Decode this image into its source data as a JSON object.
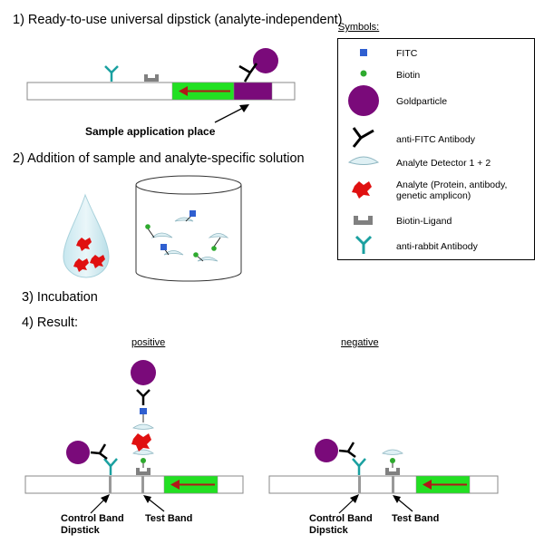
{
  "steps": {
    "step1": "1) Ready-to-use universal dipstick (analyte-independent)",
    "step2": "2) Addition of sample and analyte-specific solution",
    "step3": "3) Incubation",
    "step4": "4) Result:"
  },
  "labels": {
    "sample_application": "Sample application place",
    "positive": "positive",
    "negative": "negative",
    "control_band_pos": "Control Band\nDipstick",
    "test_band_pos": "Test Band",
    "control_band_neg": "Control Band\nDipstick",
    "test_band_neg": "Test Band"
  },
  "legend": {
    "title": "Symbols:",
    "items": [
      {
        "icon": "fitc-square-icon",
        "label": "FITC"
      },
      {
        "icon": "biotin-dot-icon",
        "label": "Biotin"
      },
      {
        "icon": "gold-particle-icon",
        "label": "Goldparticle"
      },
      {
        "icon": "anti-fitc-antibody-icon",
        "label": "anti-FITC Antibody"
      },
      {
        "icon": "analyte-detector-icon",
        "label": "Analyte Detector 1 + 2"
      },
      {
        "icon": "analyte-icon",
        "label": "Analyte (Protein, antibody, genetic amplicon)"
      },
      {
        "icon": "biotin-ligand-icon",
        "label": "Biotin-Ligand"
      },
      {
        "icon": "anti-rabbit-antibody-icon",
        "label": "anti-rabbit Antibody"
      }
    ]
  },
  "colors": {
    "gold": "#7a0a7a",
    "fitc": "#2f5fd0",
    "biotin": "#2eaa2e",
    "analyte": "#e01010",
    "green_pad": "#22e022",
    "arrow_red": "#b01818",
    "teal": "#1aa0a0",
    "detector": "#dff0f4",
    "ligand": "#808080"
  }
}
